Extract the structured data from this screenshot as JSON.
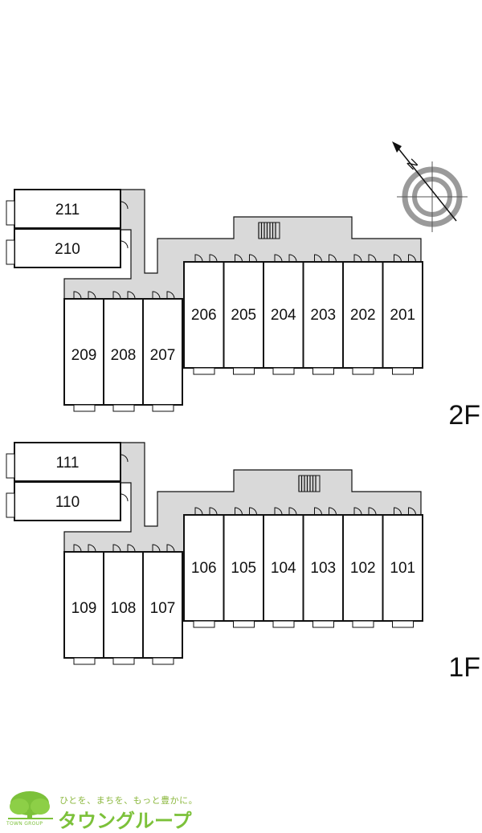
{
  "floors": [
    {
      "id": "2F",
      "label": "2F",
      "units": [
        "211",
        "210",
        "209",
        "208",
        "207",
        "206",
        "205",
        "204",
        "203",
        "202",
        "201"
      ]
    },
    {
      "id": "1F",
      "label": "1F",
      "units": [
        "111",
        "110",
        "109",
        "108",
        "107",
        "106",
        "105",
        "104",
        "103",
        "102",
        "101"
      ]
    }
  ],
  "compass": {
    "label": "N"
  },
  "footer": {
    "slogan": "ひとを、まちを、もっと豊かに。",
    "brand": "タウングループ",
    "brand_en": "TOWN GROUP"
  },
  "colors": {
    "corridor": "#d9d9d9",
    "wall": "#111111",
    "brand_green": "#7cc13a"
  },
  "icons": [
    "compass-icon",
    "stairs-icon",
    "door-icon",
    "tree-logo-icon"
  ]
}
